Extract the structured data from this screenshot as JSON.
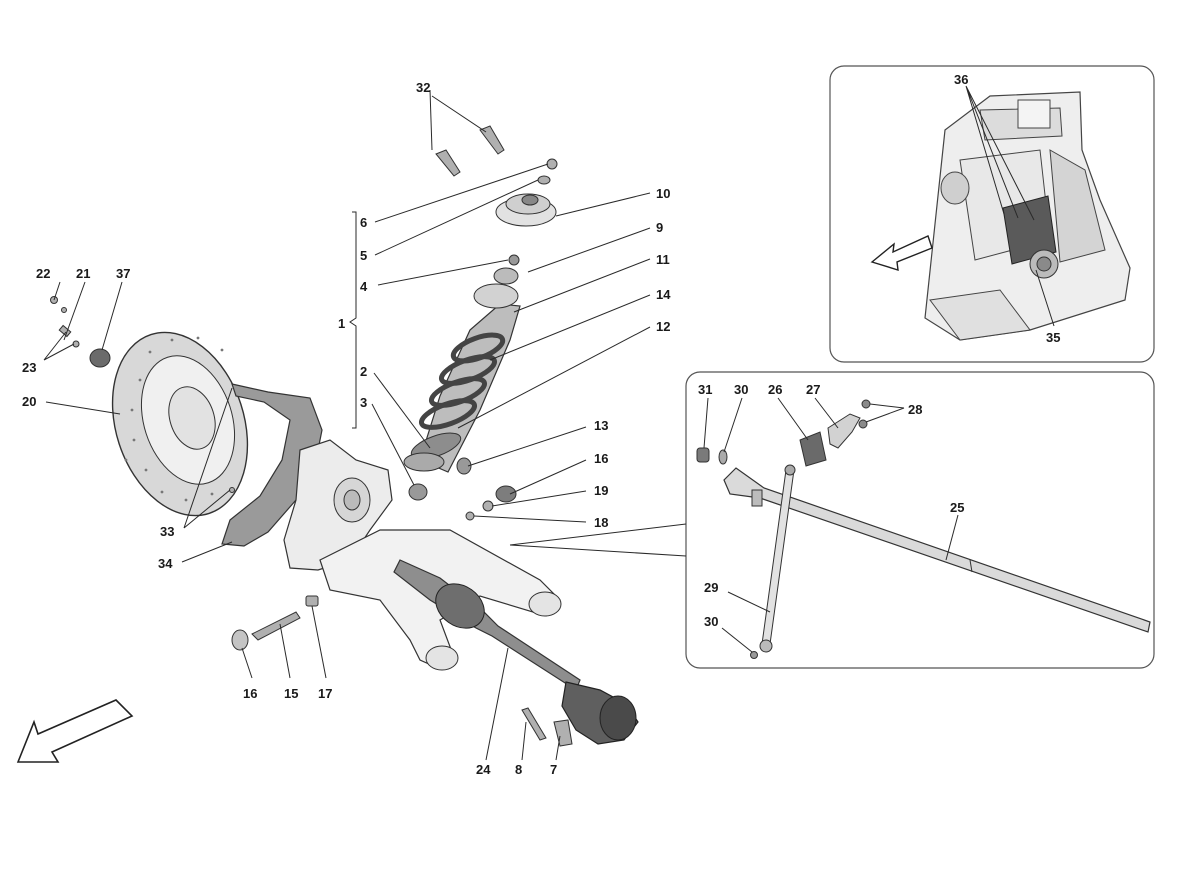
{
  "callouts": {
    "c1": "1",
    "c2": "2",
    "c3": "3",
    "c4": "4",
    "c5": "5",
    "c6": "6",
    "c7": "7",
    "c8": "8",
    "c9": "9",
    "c10": "10",
    "c11": "11",
    "c12": "12",
    "c13": "13",
    "c14": "14",
    "c15": "15",
    "c16a": "16",
    "c16b": "16",
    "c17": "17",
    "c18": "18",
    "c19": "19",
    "c20": "20",
    "c21": "21",
    "c22": "22",
    "c23": "23",
    "c24": "24",
    "c25": "25",
    "c26": "26",
    "c27": "27",
    "c28": "28",
    "c29": "29",
    "c30a": "30",
    "c30b": "30",
    "c31": "31",
    "c32": "32",
    "c33": "33",
    "c34": "34",
    "c35": "35",
    "c36": "36",
    "c37": "37"
  },
  "colors": {
    "line": "#2a2a2a",
    "part_fill_light": "#e4e4e4",
    "part_fill_mid": "#bdbdbd",
    "part_fill_dark": "#6f6f6f",
    "frame_stroke": "#555555"
  }
}
